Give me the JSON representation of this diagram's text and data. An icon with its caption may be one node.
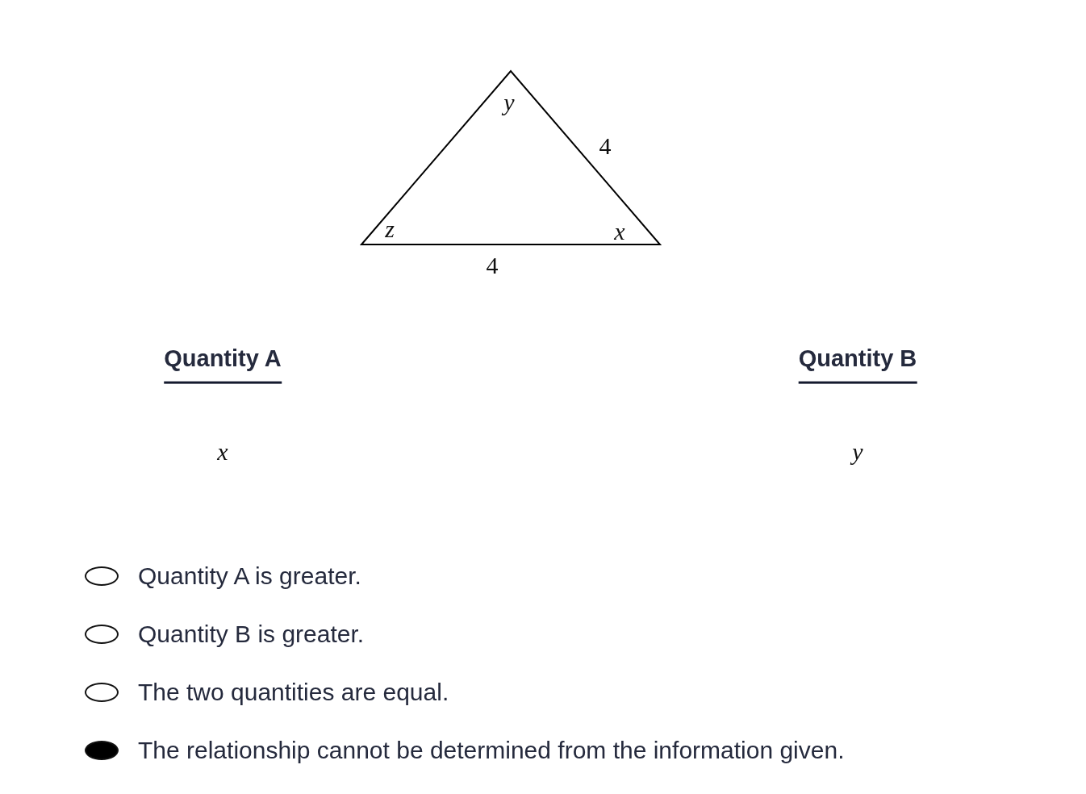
{
  "diagram": {
    "labels": [
      "y",
      "4",
      "z",
      "x",
      "4",
      "Quantity A",
      "Quantity B",
      "x",
      "y",
      "Quantity A is greater.",
      "Quantity B is greater.",
      "The two quantities are equal.",
      "The relationship cannot be determined from the information given."
    ]
  }
}
